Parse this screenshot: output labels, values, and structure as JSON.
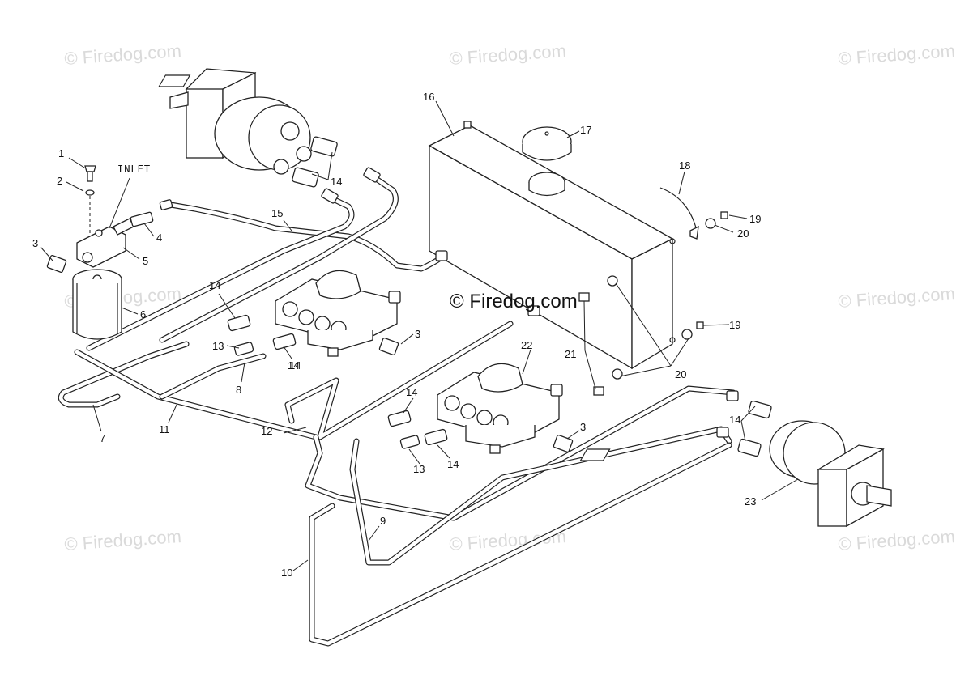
{
  "watermarks": [
    "© Firedog.com",
    "© Firedog.com",
    "© Firedog.com",
    "© Firedog.com",
    "© Firedog.com",
    "© Firedog.com",
    "© Firedog.com",
    "© Firedog.com",
    "© Firedog.com"
  ],
  "center_watermark": "© Firedog.com",
  "inlet_label": "INLET",
  "callouts": [
    "1",
    "2",
    "3",
    "4",
    "5",
    "6",
    "7",
    "8",
    "11",
    "13",
    "14",
    "14",
    "14",
    "15",
    "14",
    "12",
    "3",
    "14",
    "13",
    "14",
    "9",
    "10",
    "16",
    "17",
    "18",
    "19",
    "20",
    "21",
    "20",
    "19",
    "22",
    "14",
    "3",
    "23"
  ]
}
